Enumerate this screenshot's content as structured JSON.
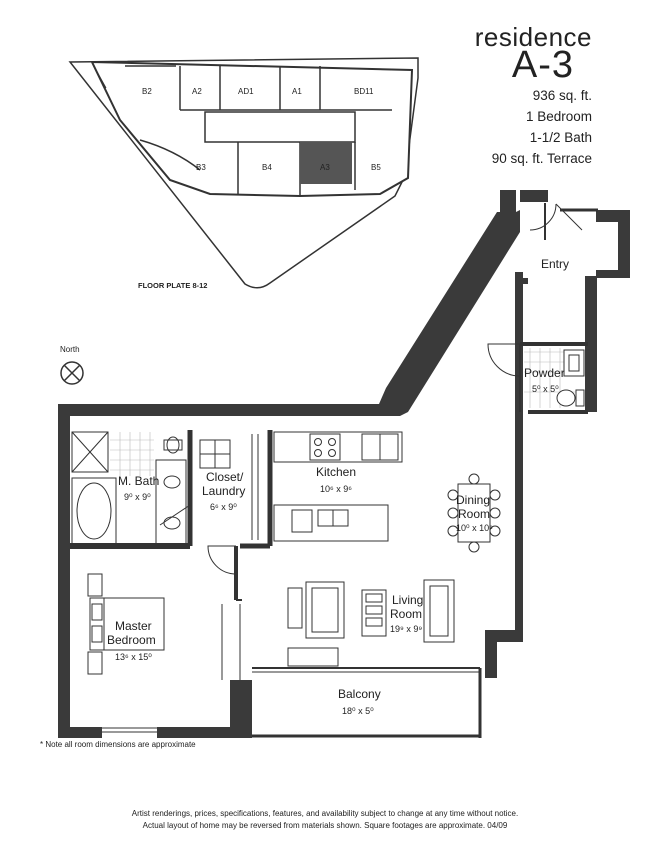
{
  "header": {
    "residence_word": "residence",
    "residence_code": "A-3",
    "specs": [
      "936 sq. ft.",
      "1 Bedroom",
      "1-1/2 Bath",
      "90 sq. ft. Terrace"
    ]
  },
  "key_plate": {
    "caption": "FLOOR PLATE 8-12",
    "units_top": [
      "B2",
      "A2",
      "AD1",
      "A1",
      "BD11"
    ],
    "units_bottom": [
      "B3",
      "B4",
      "A3",
      "B5"
    ],
    "highlighted": "A3"
  },
  "compass": {
    "label": "North"
  },
  "rooms": {
    "entry": {
      "name": "Entry"
    },
    "powder": {
      "name": "Powder",
      "dims": "5⁰ x 5⁰"
    },
    "master_bath": {
      "name": "M. Bath",
      "dims": "9⁰ x 9⁰"
    },
    "closet": {
      "name_line1": "Closet/",
      "name_line2": "Laundry",
      "dims": "6⁶ x 9⁰"
    },
    "kitchen": {
      "name": "Kitchen",
      "dims": "10⁶ x 9⁶"
    },
    "dining": {
      "name_line1": "Dining",
      "name_line2": "Room",
      "dims": "10⁰ x 10⁶"
    },
    "living": {
      "name_line1": "Living",
      "name_line2": "Room",
      "dims": "19⁹ x 9⁹"
    },
    "master_bedroom": {
      "name_line1": "Master",
      "name_line2": "Bedroom",
      "dims": "13⁶ x 15⁰"
    },
    "balcony": {
      "name": "Balcony",
      "dims": "18⁰ x 5⁰"
    }
  },
  "note": "* Note all room dimensions are approximate",
  "disclaimer": [
    "Artist renderings, prices, specifications, features, and availability subject to change at any time without notice.",
    "Actual layout of home may be reversed from materials shown.  Square footages are approximate. 04/09"
  ],
  "colors": {
    "wall": "#3a3a3a",
    "highlight": "#555555",
    "line": "#333333"
  }
}
